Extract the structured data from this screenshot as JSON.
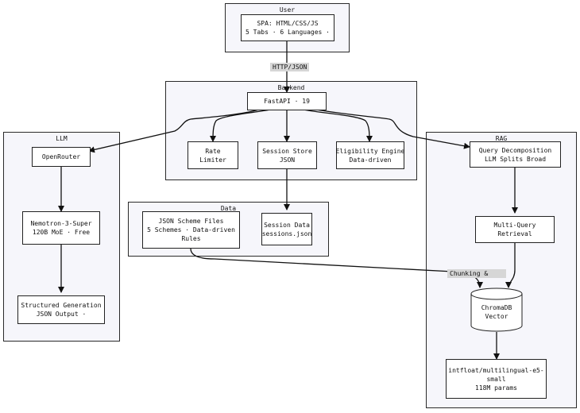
{
  "groups": {
    "user": "User",
    "backend": "Backend",
    "llm": "LLM",
    "rag": "RAG",
    "data": "Data"
  },
  "nodes": {
    "spa": [
      "SPA: HTML/CSS/JS",
      "5 Tabs · 6 Languages ·"
    ],
    "fastapi": [
      "FastAPI · 19"
    ],
    "rate_limiter": [
      "Rate",
      "Limiter"
    ],
    "session_store": [
      "Session Store",
      "JSON"
    ],
    "eligibility": [
      "Eligibility Engine",
      "Data-driven"
    ],
    "openrouter": [
      "OpenRouter"
    ],
    "nemotron": [
      "Nemotron-3-Super",
      "120B MoE · Free"
    ],
    "structured": [
      "Structured Generation",
      "JSON Output ·"
    ],
    "query_decomp": [
      "Query Decomposition",
      "LLM Splits Broad"
    ],
    "multi_query": [
      "Multi-Query",
      "Retrieval"
    ],
    "chromadb": [
      "ChromaDB",
      "Vector"
    ],
    "e5": [
      "intfloat/multilingual-e5-",
      "small",
      "118M params"
    ],
    "scheme_files": [
      "JSON Scheme Files",
      "5 Schemes · Data-driven",
      "Rules"
    ],
    "session_data": [
      "Session Data",
      "sessions.json"
    ]
  },
  "edge_labels": {
    "http_json": "HTTP/JSON",
    "chunking": "Chunking &"
  }
}
